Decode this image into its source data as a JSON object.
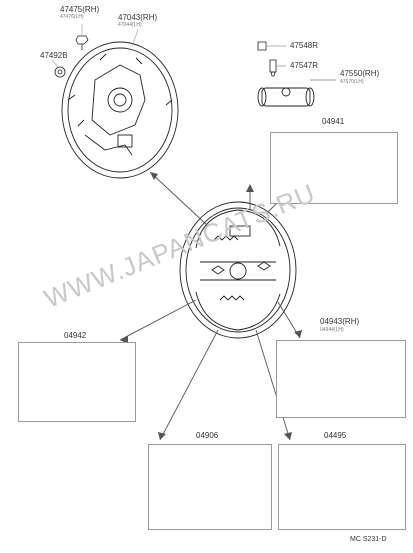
{
  "parts": {
    "p47475_rh": "47475(RH)",
    "p47476_lh": "47476(LH)",
    "p47043_rh": "47043(RH)",
    "p47044_lh": "47044(LH)",
    "p47492b": "47492B",
    "p47548r": "47548R",
    "p47547r": "47547R",
    "p47550_rh": "47550(RH)",
    "p47570_lh": "47570(LH)",
    "k04941": "04941",
    "k04942": "04942",
    "k04943_rh": "04943(RH)",
    "k04944_lh": "04944(LH)",
    "k04906": "04906",
    "k04495": "04495"
  },
  "watermark": "WWW.JAPANCATS.RU",
  "figure_code": "MC S231-D"
}
